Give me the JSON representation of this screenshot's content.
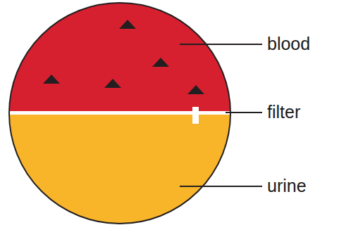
{
  "diagram": {
    "labels": [
      "blood",
      "filter",
      "urine"
    ]
  }
}
